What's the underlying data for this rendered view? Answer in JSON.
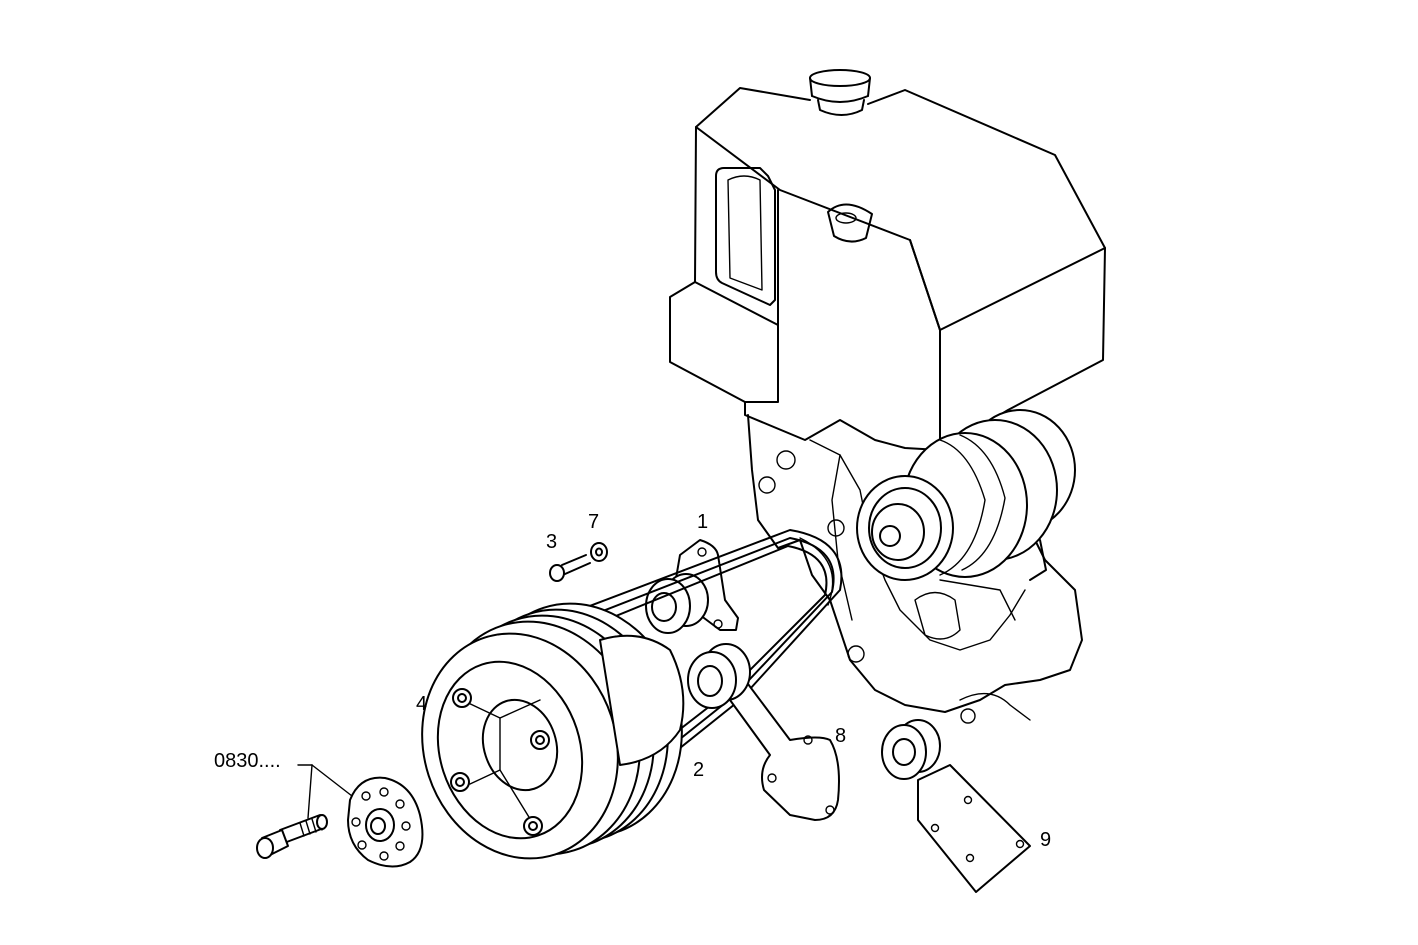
{
  "callouts": {
    "part_1": "1",
    "part_2": "2",
    "part_3": "3",
    "part_4": "4",
    "part_7": "7",
    "part_8": "8",
    "part_9": "9",
    "part_0830": "0830...."
  }
}
